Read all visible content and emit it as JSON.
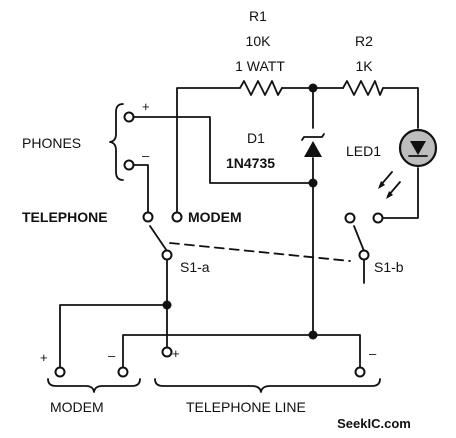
{
  "diagram": {
    "components": {
      "r1": {
        "ref": "R1",
        "value": "10K",
        "rating": "1 WATT"
      },
      "r2": {
        "ref": "R2",
        "value": "1K"
      },
      "d1": {
        "ref": "D1",
        "part": "1N4735"
      },
      "led1": {
        "ref": "LED1"
      },
      "s1a": {
        "ref": "S1-a"
      },
      "s1b": {
        "ref": "S1-b"
      }
    },
    "labels": {
      "phones": "PHONES",
      "telephone": "TELEPHONE",
      "modem_switch": "MODEM",
      "modem_bottom": "MODEM",
      "telephone_line": "TELEPHONE LINE"
    },
    "polarity": {
      "phones_plus": "+",
      "phones_minus": "–",
      "modem_plus": "+",
      "modem_minus": "–",
      "line_plus": "+",
      "line_minus": "–"
    },
    "watermark": "SeekIC.com",
    "colors": {
      "ink": "#111111",
      "background": "#ffffff",
      "led_fill": "#bdbdbd"
    }
  }
}
